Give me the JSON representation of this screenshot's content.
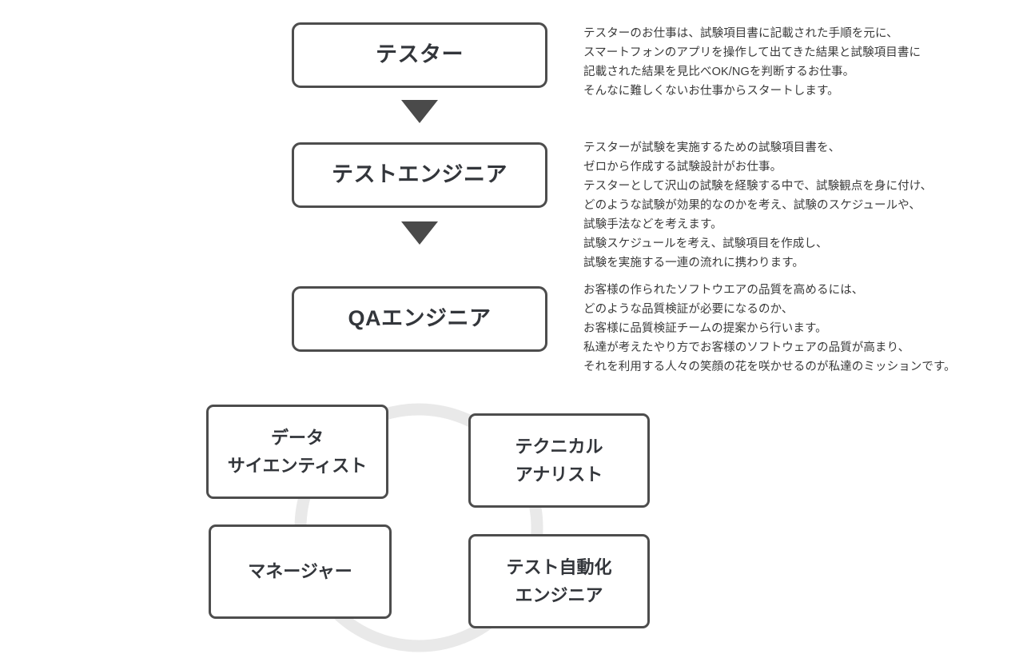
{
  "diagram": {
    "title": "QA Career Path",
    "colors": {
      "box_border": "#4d4d4d",
      "box_fill": "#ffffff",
      "box_text": "#33363b",
      "arrow": "#4a4a4a",
      "description_text": "#3a3a3a",
      "ring": "#e9e9e9",
      "background": "#ffffff"
    }
  },
  "flow": {
    "steps": [
      {
        "label": "テスター",
        "description": "テスターのお仕事は、試験項目書に記載された手順を元に、\nスマートフォンのアプリを操作して出てきた結果と試験項目書に\n記載された結果を見比べOK/NGを判断するお仕事。\nそんなに難しくないお仕事からスタートします。"
      },
      {
        "label": "テストエンジニア",
        "description": "テスターが試験を実施するための試験項目書を、\nゼロから作成する試験設計がお仕事。\nテスターとして沢山の試験を経験する中で、試験観点を身に付け、\nどのような試験が効果的なのかを考え、試験のスケジュールや、\n試験手法などを考えます。\n試験スケジュールを考え、試験項目を作成し、\n試験を実施する一連の流れに携わります。"
      },
      {
        "label": "QAエンジニア",
        "description": "お客様の作られたソフトウエアの品質を高めるには、\nどのような品質検証が必要になるのか、\nお客様に品質検証チームの提案から行います。\n私達が考えたやり方でお客様のソフトウェアの品質が高まり、\nそれを利用する人々の笑顔の花を咲かせるのが私達のミッションです。"
      }
    ],
    "arrows": [
      {
        "glyph": "▼",
        "name": "arrow-tester-to-test-engineer"
      },
      {
        "glyph": "▼",
        "name": "arrow-test-engineer-to-qa-engineer"
      }
    ]
  },
  "roles": [
    {
      "label": "データ\nサイエンティスト"
    },
    {
      "label": "テクニカル\nアナリスト"
    },
    {
      "label": "マネージャー"
    },
    {
      "label": "テスト自動化\nエンジニア"
    }
  ]
}
